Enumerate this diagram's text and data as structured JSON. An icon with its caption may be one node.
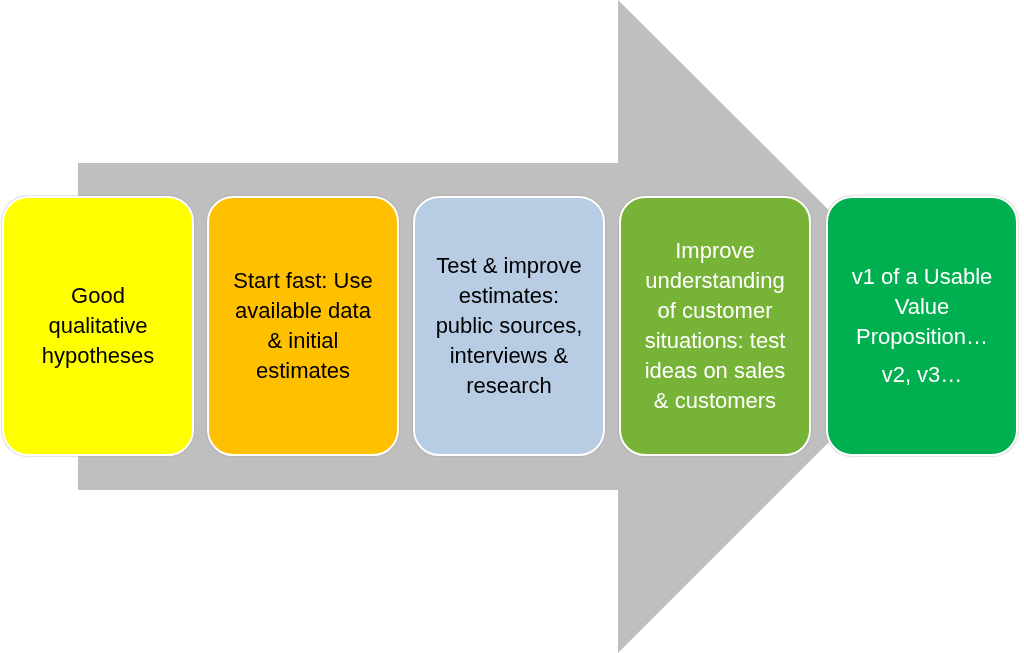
{
  "diagram": {
    "nodes": [
      {
        "text": [
          "Good qualitative hypotheses"
        ]
      },
      {
        "text": [
          "Start fast: Use available data & initial estimates"
        ]
      },
      {
        "text": [
          "Test & improve estimates: public sources, interviews & research"
        ]
      },
      {
        "text": [
          "Improve understanding of customer situations: test ideas on sales & customers"
        ]
      },
      {
        "text": [
          "v1 of a Usable Value Proposition…",
          "v2, v3…"
        ]
      }
    ],
    "edges": [
      {
        "from": 0,
        "to": 4,
        "arrow": "to"
      }
    ]
  }
}
